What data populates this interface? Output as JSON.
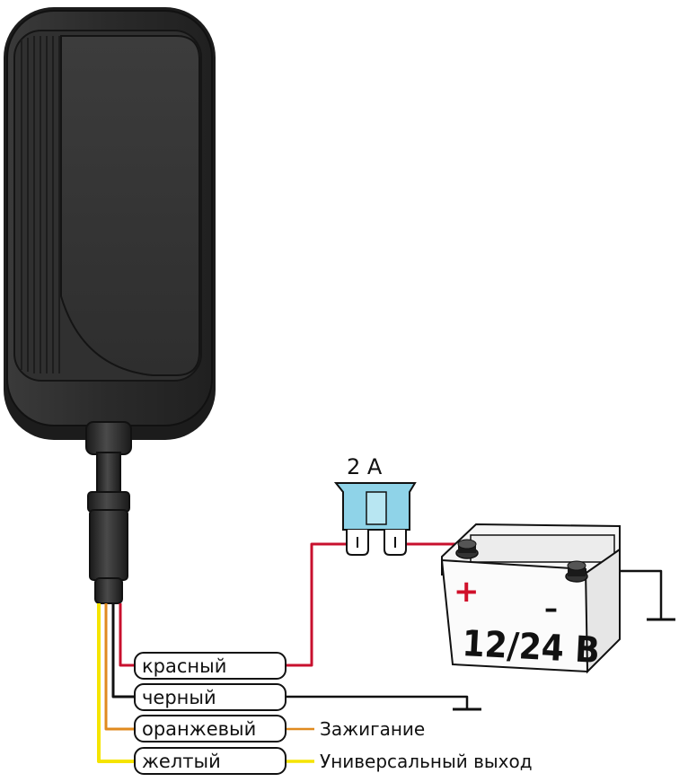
{
  "fuse": {
    "rating": "2 A"
  },
  "battery": {
    "voltage": "12/24 В",
    "plus": "+",
    "minus": "–"
  },
  "wires": [
    {
      "label": "красный",
      "color": "#c8102e"
    },
    {
      "label": "черный",
      "color": "#111111"
    },
    {
      "label": "оранжевый",
      "color": "#e08a1e"
    },
    {
      "label": "желтый",
      "color": "#f5e400"
    }
  ],
  "functions": {
    "orange": "Зажигание",
    "yellow": "Универсальный выход"
  },
  "colors": {
    "device_body": "#2b2b2b",
    "fuse_fill": "#8fd3e8",
    "battery_plus": "#d0102a"
  }
}
